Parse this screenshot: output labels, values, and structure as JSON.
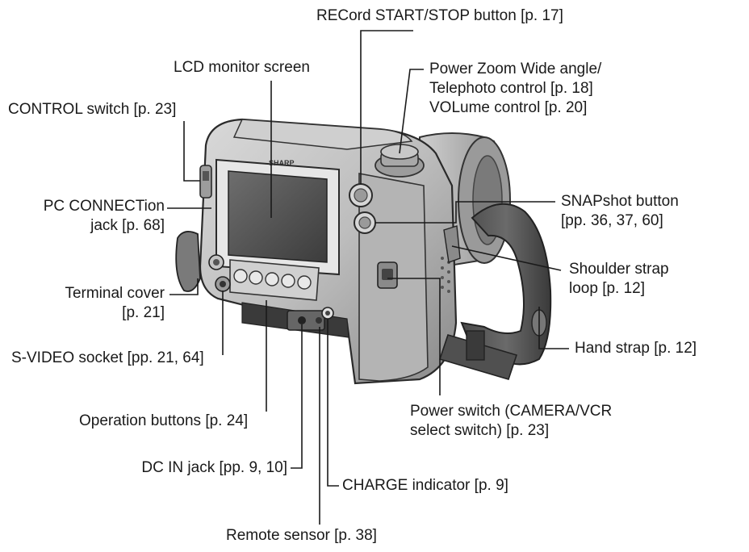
{
  "brand": "SHARP",
  "labels": {
    "record_button": [
      "RECord START/STOP button [p. 17]"
    ],
    "zoom_control": [
      "Power Zoom Wide angle/",
      "Telephoto control [p. 18]",
      "VOLume control [p. 20]"
    ],
    "lcd_screen": [
      "LCD monitor screen"
    ],
    "control_switch": [
      "CONTROL switch [p. 23]"
    ],
    "pc_connection": [
      "PC CONNECTion",
      "jack [p. 68]"
    ],
    "snapshot_button": [
      "SNAPshot button",
      "[pp. 36, 37, 60]"
    ],
    "shoulder_strap": [
      "Shoulder strap",
      "loop [p. 12]"
    ],
    "terminal_cover": [
      "Terminal cover",
      "[p. 21]"
    ],
    "hand_strap": [
      "Hand strap [p. 12]"
    ],
    "svideo_socket": [
      "S-VIDEO socket [pp. 21, 64]"
    ],
    "operation_buttons": [
      "Operation buttons [p. 24]"
    ],
    "power_switch": [
      "Power switch (CAMERA/VCR",
      "select switch) [p. 23]"
    ],
    "dc_in_jack": [
      "DC IN jack [pp. 9, 10]"
    ],
    "charge_indicator": [
      "CHARGE indicator [p. 9]"
    ],
    "remote_sensor": [
      "Remote sensor [p. 38]"
    ]
  }
}
